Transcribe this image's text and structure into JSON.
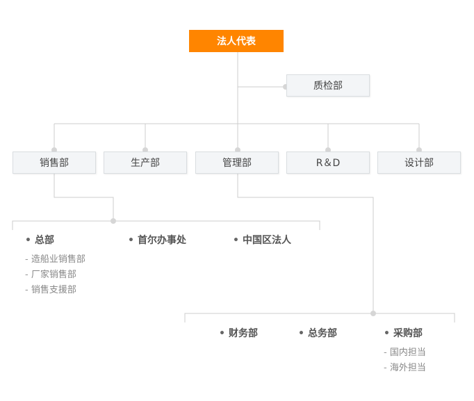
{
  "colors": {
    "root_bg": "#ff8500",
    "box_bg": "#f3f5f7",
    "box_border": "#d9dde0",
    "line": "#cccccc",
    "node_dot": "#d6d6d6"
  },
  "root": {
    "label": "法人代表"
  },
  "quality": {
    "label": "质检部"
  },
  "departments": [
    {
      "label": "销售部"
    },
    {
      "label": "生产部"
    },
    {
      "label": "管理部"
    },
    {
      "label": "R＆D"
    },
    {
      "label": "设计部"
    }
  ],
  "sales_groups": [
    {
      "title": "总部",
      "items": [
        "造船业销售部",
        "厂家销售部",
        "销售支援部"
      ]
    },
    {
      "title": "首尔办事处",
      "items": []
    },
    {
      "title": "中国区法人",
      "items": []
    }
  ],
  "admin_groups": [
    {
      "title": "财务部",
      "items": []
    },
    {
      "title": "总务部",
      "items": []
    },
    {
      "title": "采购部",
      "items": [
        "国内担当",
        "海外担当"
      ]
    }
  ]
}
